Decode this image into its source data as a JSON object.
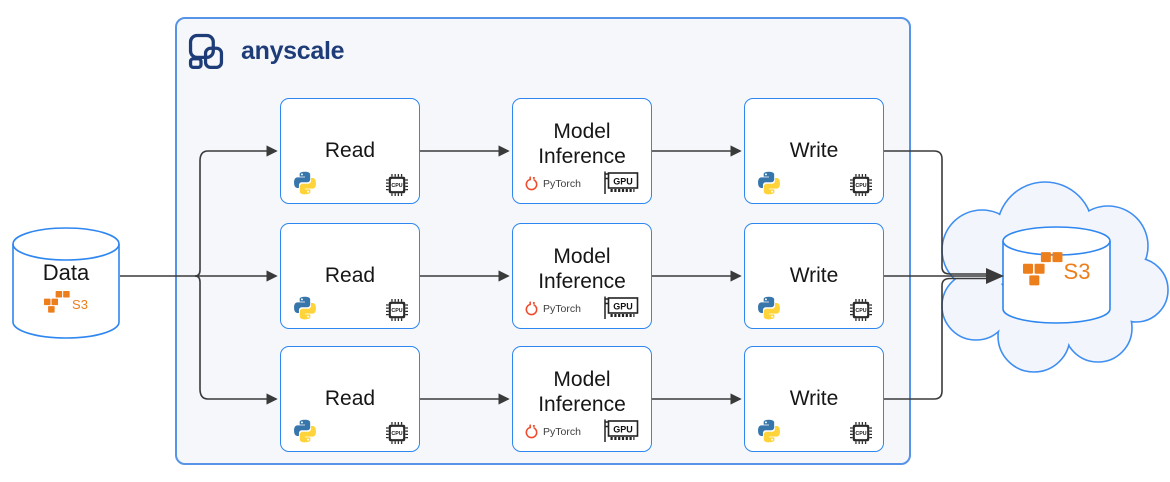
{
  "colors": {
    "box_border": "#2e86f0",
    "container_border": "#5794e8",
    "container_fill": "#f5f7fb",
    "arrow": "#3a3a3a",
    "brand_navy": "#1e3c78",
    "aws_orange": "#ed7e1c",
    "pytorch_orange": "#ee4c2c",
    "python_blue": "#3776ab",
    "python_yellow": "#ffd43b"
  },
  "brand": {
    "wordmark": "anyscale"
  },
  "source": {
    "label": "Data",
    "service_label": "S3"
  },
  "sink": {
    "service_label": "S3"
  },
  "pipelines": [
    {
      "stages": [
        {
          "label": "Read",
          "runtime": "Python",
          "hardware_label": "CPU"
        },
        {
          "label": "Model Inference",
          "runtime": "PyTorch",
          "runtime_label": "PyTorch",
          "hardware_label": "GPU"
        },
        {
          "label": "Write",
          "runtime": "Python",
          "hardware_label": "CPU"
        }
      ]
    },
    {
      "stages": [
        {
          "label": "Read",
          "runtime": "Python",
          "hardware_label": "CPU"
        },
        {
          "label": "Model Inference",
          "runtime": "PyTorch",
          "runtime_label": "PyTorch",
          "hardware_label": "GPU"
        },
        {
          "label": "Write",
          "runtime": "Python",
          "hardware_label": "CPU"
        }
      ]
    },
    {
      "stages": [
        {
          "label": "Read",
          "runtime": "Python",
          "hardware_label": "CPU"
        },
        {
          "label": "Model Inference",
          "runtime": "PyTorch",
          "runtime_label": "PyTorch",
          "hardware_label": "GPU"
        },
        {
          "label": "Write",
          "runtime": "Python",
          "hardware_label": "CPU"
        }
      ]
    }
  ]
}
